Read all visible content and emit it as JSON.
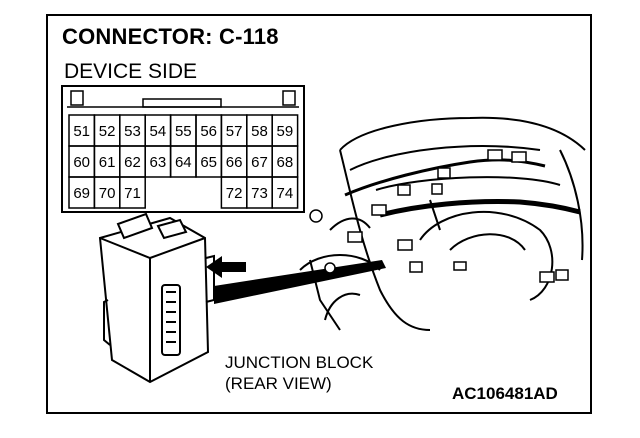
{
  "diagram": {
    "title": "CONNECTOR: C-118",
    "subtitle": "DEVICE SIDE",
    "connector": {
      "row1": [
        "51",
        "52",
        "53",
        "54",
        "55",
        "56",
        "57",
        "58",
        "59"
      ],
      "row2": [
        "60",
        "61",
        "62",
        "63",
        "64",
        "65",
        "66",
        "67",
        "68"
      ],
      "row3": [
        "69",
        "70",
        "71",
        "",
        "",
        "",
        "72",
        "73",
        "74"
      ]
    },
    "caption_line1": "JUNCTION BLOCK",
    "caption_line2": "(REAR VIEW)",
    "figure_code": "AC106481AD"
  }
}
